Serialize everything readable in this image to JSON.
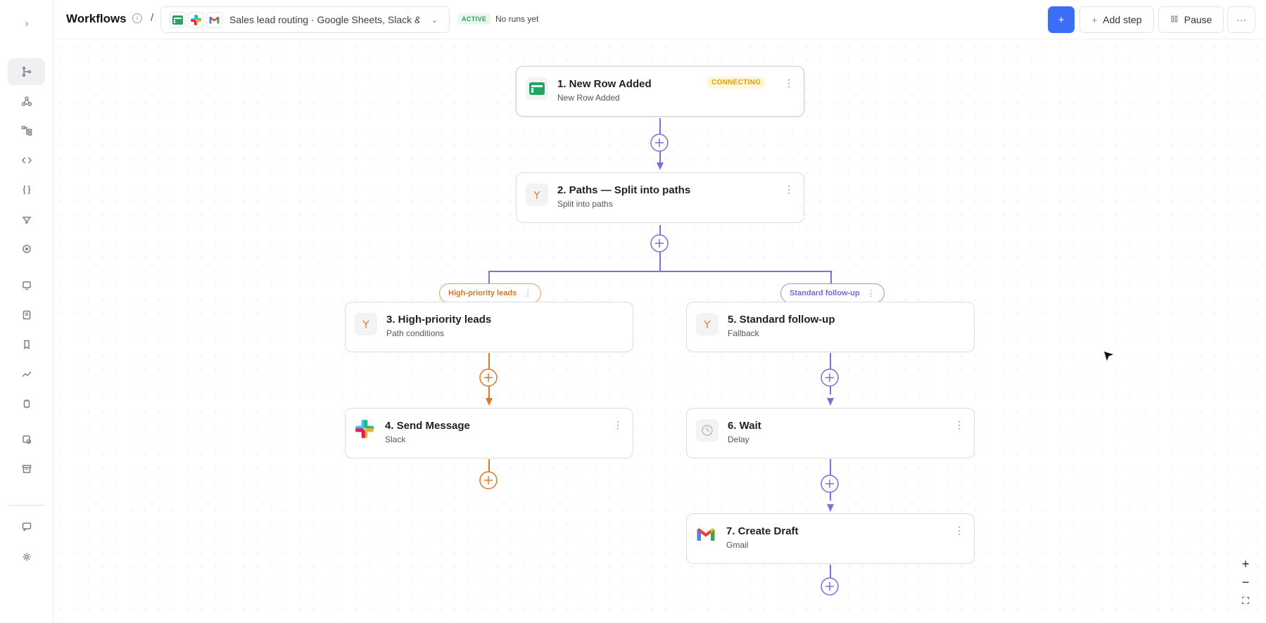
{
  "header": {
    "title": "Workflows",
    "separator": "/",
    "workflow_name": "Sales lead routing · Google Sheets, Slack & ...",
    "status_badge": "ACTIVE",
    "runs_text": "No runs yet",
    "primary_button": "+",
    "add_step_icon": "+",
    "add_step_label": "Add step",
    "pause_label": "Pause",
    "more_label": "···"
  },
  "sidebar": {
    "items": [
      {
        "icon": "workflow-icon",
        "active": true
      },
      {
        "icon": "webhook-icon",
        "active": false
      },
      {
        "icon": "tree-icon",
        "active": false
      },
      {
        "icon": "code-icon",
        "active": false
      },
      {
        "icon": "braces-icon",
        "active": false
      },
      {
        "icon": "filter-icon",
        "active": false
      },
      {
        "icon": "target-icon",
        "active": false
      },
      {
        "icon": "monitor-icon",
        "active": false
      },
      {
        "icon": "book-icon",
        "active": false
      },
      {
        "icon": "bookmark-icon",
        "active": false
      },
      {
        "icon": "chart-icon",
        "active": false
      },
      {
        "icon": "plug-icon",
        "active": false
      },
      {
        "icon": "clock-icon",
        "active": false
      },
      {
        "icon": "archive-icon",
        "active": false
      },
      {
        "icon": "chat-icon",
        "active": false
      },
      {
        "icon": "gear-icon",
        "active": false
      }
    ]
  },
  "nodes": {
    "n1": {
      "title": "1. New Row Added",
      "subtitle": "New Row Added",
      "badge": "CONNECTING",
      "app": "google-sheets"
    },
    "n2": {
      "title": "2. Paths — Split into paths",
      "subtitle": "Split into paths",
      "app": "paths"
    },
    "n3": {
      "title": "3. High-priority leads",
      "subtitle": "Path conditions",
      "app": "paths"
    },
    "n4": {
      "title": "4. Send Message",
      "subtitle": "Slack",
      "app": "slack"
    },
    "n5": {
      "title": "5. Standard follow-up",
      "subtitle": "Fallback",
      "app": "paths"
    },
    "n6": {
      "title": "6. Wait",
      "subtitle": "Delay",
      "app": "delay"
    },
    "n7": {
      "title": "7. Create Draft",
      "subtitle": "Gmail",
      "app": "gmail"
    }
  },
  "paths": {
    "left": {
      "label": "High-priority leads",
      "color": "#d9762a"
    },
    "right": {
      "label": "Standard follow-up",
      "color": "#7568d8"
    }
  },
  "zoom_controls": {
    "zoom_in": "+",
    "zoom_out": "−",
    "fit": "⛶"
  },
  "colors": {
    "accent": "#3b6ef5",
    "main_path": "#7a6fdc",
    "high_priority_path": "#d9762a",
    "active": "#2e9e5b",
    "connecting": "#e2a100"
  }
}
